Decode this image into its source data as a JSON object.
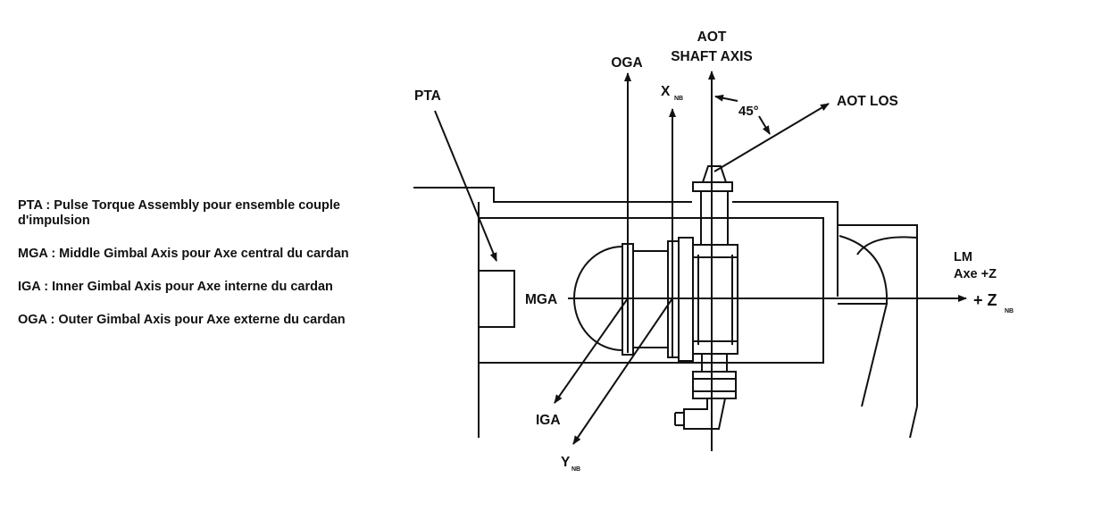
{
  "legend": {
    "items": [
      "PTA : Pulse Torque Assembly pour ensemble couple d'impulsion",
      "MGA : Middle Gimbal Axis pour Axe central du cardan",
      "IGA : Inner Gimbal Axis pour Axe interne du cardan",
      "OGA : Outer Gimbal Axis pour Axe externe du cardan"
    ]
  },
  "labels": {
    "aot": "AOT",
    "shaft_axis": "SHAFT AXIS",
    "oga": "OGA",
    "x": "X",
    "x_sub": "NB",
    "angle": "45°",
    "aot_los": "AOT LOS",
    "pta": "PTA",
    "mga": "MGA",
    "lm": "LM",
    "axe_z": "Axe +Z",
    "plus_z": "+ Z",
    "z_sub": "NB",
    "iga": "IGA",
    "y": "Y",
    "y_sub": "NB"
  },
  "colors": {
    "ink": "#111111",
    "background": "#ffffff"
  }
}
